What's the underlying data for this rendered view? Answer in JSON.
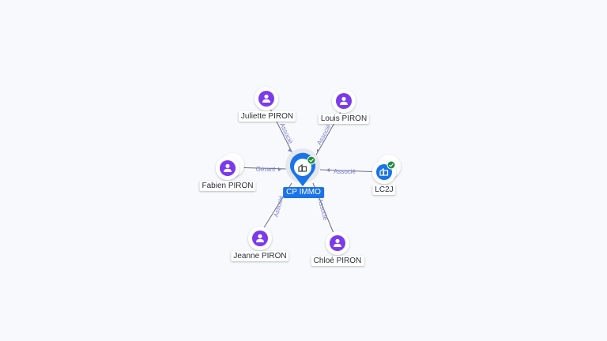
{
  "colors": {
    "person": "#7c3aed",
    "company": "#1a73e8",
    "check": "#1e8e3e",
    "edge": "#6b6f80",
    "edge_label": "#7b7fd1"
  },
  "center": {
    "label": "CP IMMO",
    "icon": "building-icon",
    "verified": true
  },
  "nodes": [
    {
      "id": "juliette",
      "label": "Juliette PIRON",
      "type": "person",
      "icon": "person-icon",
      "relation": "Associé"
    },
    {
      "id": "louis",
      "label": "Louis PIRON",
      "type": "person",
      "icon": "person-icon",
      "relation": "Associé"
    },
    {
      "id": "fabien",
      "label": "Fabien PIRON",
      "type": "person",
      "icon": "person-icon",
      "relation": "Gérant"
    },
    {
      "id": "lc2j",
      "label": "LC2J",
      "type": "company",
      "icon": "building-icon",
      "relation": "Associé",
      "verified": true
    },
    {
      "id": "jeanne",
      "label": "Jeanne PIRON",
      "type": "person",
      "icon": "person-icon",
      "relation": "Associé"
    },
    {
      "id": "chloe",
      "label": "Chloé PIRON",
      "type": "person",
      "icon": "person-icon",
      "relation": "Associé"
    }
  ]
}
